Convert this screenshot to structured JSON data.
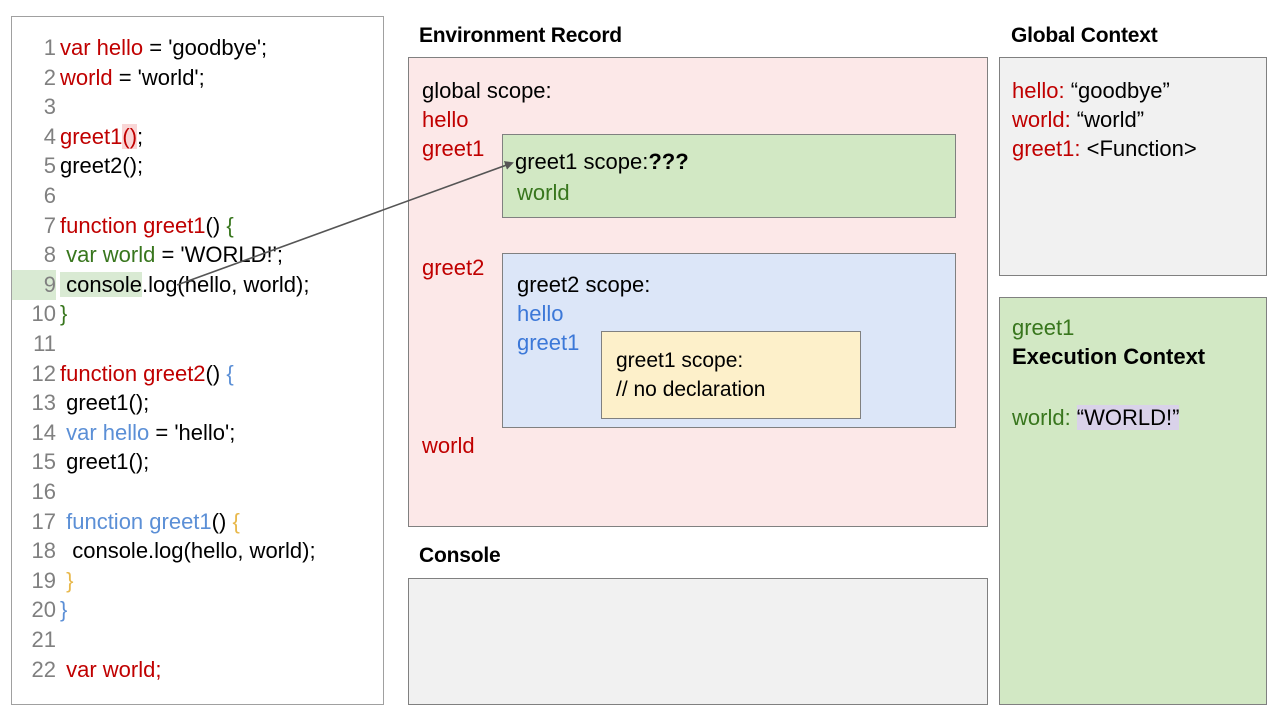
{
  "editor": {
    "lines": [
      {
        "n": "1",
        "segments": [
          {
            "t": "var hello",
            "c": "red"
          },
          {
            "t": " = 'goodbye';",
            "c": "black"
          }
        ]
      },
      {
        "n": "2",
        "segments": [
          {
            "t": "world",
            "c": "red"
          },
          {
            "t": " = 'world';",
            "c": "black"
          }
        ]
      },
      {
        "n": "3",
        "segments": []
      },
      {
        "n": "4",
        "segments": [
          {
            "t": "greet1",
            "c": "red"
          },
          {
            "t": "()",
            "c": "red",
            "hl": "pink"
          },
          {
            "t": ";",
            "c": "black"
          }
        ]
      },
      {
        "n": "5",
        "segments": [
          {
            "t": "greet2();",
            "c": "black"
          }
        ]
      },
      {
        "n": "6",
        "segments": []
      },
      {
        "n": "7",
        "segments": [
          {
            "t": "function greet1",
            "c": "red"
          },
          {
            "t": "() ",
            "c": "black"
          },
          {
            "t": "{",
            "c": "green"
          }
        ]
      },
      {
        "n": "8",
        "segments": [
          {
            "t": " var world",
            "c": "green"
          },
          {
            "t": " = 'WORLD!';",
            "c": "black"
          }
        ]
      },
      {
        "n": "9",
        "segments": [
          {
            "t": " console",
            "c": "black",
            "hl": "green"
          },
          {
            "t": ".log(hello, world);",
            "c": "black"
          }
        ],
        "numhl": "green"
      },
      {
        "n": "10",
        "segments": [
          {
            "t": "}",
            "c": "green"
          }
        ]
      },
      {
        "n": "11",
        "segments": []
      },
      {
        "n": "12",
        "segments": [
          {
            "t": "function greet2",
            "c": "red"
          },
          {
            "t": "() ",
            "c": "black"
          },
          {
            "t": "{",
            "c": "blue"
          }
        ]
      },
      {
        "n": "13",
        "segments": [
          {
            "t": " greet1();",
            "c": "black"
          }
        ]
      },
      {
        "n": "14",
        "segments": [
          {
            "t": " var hello",
            "c": "blue"
          },
          {
            "t": " = 'hello';",
            "c": "black"
          }
        ]
      },
      {
        "n": "15",
        "segments": [
          {
            "t": " greet1();",
            "c": "black"
          }
        ]
      },
      {
        "n": "16",
        "segments": []
      },
      {
        "n": "17",
        "segments": [
          {
            "t": " function greet1",
            "c": "blue"
          },
          {
            "t": "() ",
            "c": "black"
          },
          {
            "t": "{",
            "c": "amber"
          }
        ]
      },
      {
        "n": "18",
        "segments": [
          {
            "t": "  console.log(hello, world);",
            "c": "black"
          }
        ]
      },
      {
        "n": "19",
        "segments": [
          {
            "t": " }",
            "c": "amber"
          }
        ]
      },
      {
        "n": "20",
        "segments": [
          {
            "t": "}",
            "c": "blue"
          }
        ]
      },
      {
        "n": "21",
        "segments": []
      },
      {
        "n": "22",
        "segments": [
          {
            "t": " var world;",
            "c": "red"
          }
        ]
      }
    ]
  },
  "environment_record": {
    "title": "Environment Record",
    "global_scope_label": "global scope:",
    "globals": [
      "hello",
      "greet1",
      "greet2",
      "world"
    ],
    "greet1_scope": {
      "head_label": "greet1 scope:",
      "head_value": "???",
      "vars": [
        "world"
      ]
    },
    "greet2_scope": {
      "head_label": "greet2 scope:",
      "vars": [
        "hello",
        "greet1"
      ],
      "inner_greet1_scope": {
        "head_label": "greet1 scope:",
        "note": "// no declaration"
      }
    }
  },
  "console": {
    "title": "Console",
    "output": ""
  },
  "global_context": {
    "title": "Global Context",
    "rows": [
      {
        "name": "hello:",
        "value": " “goodbye”"
      },
      {
        "name": "world:",
        "value": " “world”"
      },
      {
        "name": "greet1:",
        "value": " <Function>"
      }
    ]
  },
  "execution_context": {
    "function_name": "greet1",
    "heading": "Execution Context",
    "row_name": "world:",
    "row_value": "“WORLD!”"
  },
  "arrow": {
    "from_label": "line-9-console",
    "to_label": "greet1-scope-box"
  },
  "colors": {
    "keyword_red": "#c00000",
    "keyword_green": "#38761d",
    "keyword_blue": "#3c78d8",
    "keyword_amber": "#e8b84b",
    "env_bg": "#fce8e8",
    "greet1_bg": "#d2e8c4",
    "greet2_bg": "#dce6f8",
    "inner_bg": "#fdf0ca",
    "panel_gray": "#f1f1f1",
    "highlight_lavender": "#d9d2e9",
    "highlight_green": "#d9ead3",
    "highlight_pink": "#f9d6d6"
  }
}
